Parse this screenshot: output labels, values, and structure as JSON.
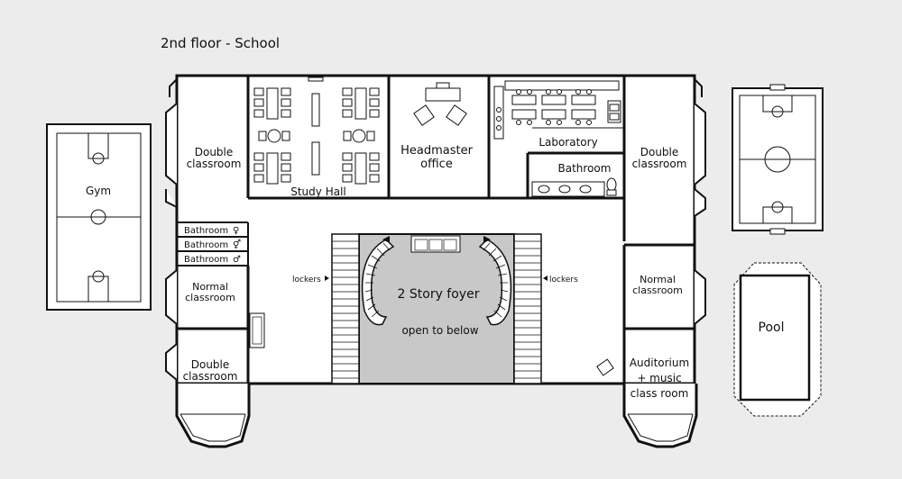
{
  "title": "2nd floor - School",
  "rooms": {
    "gym": "Gym",
    "double_classroom_nw_1": "Double",
    "double_classroom_nw_2": "classroom",
    "study_hall": "Study  Hall",
    "headmaster_1": "Headmaster",
    "headmaster_2": "office",
    "laboratory": "Laboratory",
    "bathroom_lab": "Bathroom",
    "double_classroom_ne_1": "Double",
    "double_classroom_ne_2": "classroom",
    "bathroom_f": "Bathroom",
    "bathroom_u": "Bathroom",
    "bathroom_m": "Bathroom",
    "normal_classroom_w_1": "Normal",
    "normal_classroom_w_2": "classroom",
    "normal_classroom_e_1": "Normal",
    "normal_classroom_e_2": "classroom",
    "double_classroom_sw_1": "Double",
    "double_classroom_sw_2": "classroom",
    "foyer_1": "2 Story foyer",
    "foyer_2": "open to below",
    "lockers_left": "lockers",
    "lockers_right": "lockers",
    "auditorium_1": "Auditorium",
    "auditorium_2": "+ music",
    "auditorium_3": "class room",
    "pool": "Pool"
  },
  "symbols": {
    "female": "♀",
    "unisex": "⚥",
    "male": "♂"
  },
  "colors": {
    "wall": "#111111",
    "floor": "#ffffff",
    "foyer": "#c8c8c8",
    "background": "#ececec"
  }
}
